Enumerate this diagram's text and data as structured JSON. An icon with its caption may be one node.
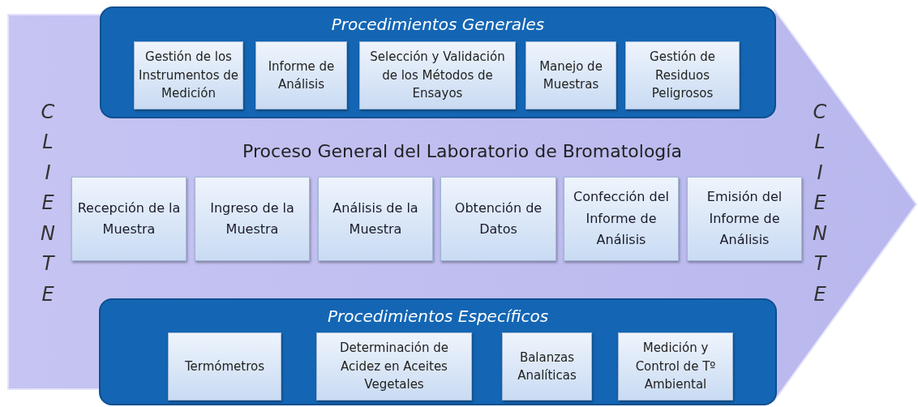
{
  "diagram": {
    "nodes": [
      {
        "text": [
          "Procedimientos Generales"
        ],
        "in": 6
      },
      {
        "text": [
          "Gestión de los Instrumentos de Medición"
        ],
        "in": 0
      },
      {
        "text": [
          "Informe de Análisis"
        ],
        "in": 0
      },
      {
        "text": [
          "Selección y Validación de los Métodos de Ensayos"
        ],
        "in": 0
      },
      {
        "text": [
          "Manejo de Muestras"
        ],
        "in": 0
      },
      {
        "text": [
          "Gestión de Residuos Peligrosos"
        ],
        "in": 0
      },
      {
        "text": [
          "Proceso General del Laboratorio de Bromatología"
        ]
      },
      {
        "text": [
          "Recepción de la Muestra"
        ],
        "in": 6
      },
      {
        "text": [
          "Ingreso de la Muestra"
        ],
        "in": 6
      },
      {
        "text": [
          "Análisis de la Muestra"
        ],
        "in": 6
      },
      {
        "text": [
          "Obtención de Datos"
        ],
        "in": 6
      },
      {
        "text": [
          "Confección del Informe de Análisis"
        ],
        "in": 6
      },
      {
        "text": [
          "Emisión del Informe de Análisis"
        ],
        "in": 6
      },
      {
        "text": [
          "Procedimientos Específicos"
        ],
        "in": 6
      },
      {
        "text": [
          "Termómetros"
        ],
        "in": 13
      },
      {
        "text": [
          "Determinación de Acidez en Aceites Vegetales"
        ],
        "in": 13
      },
      {
        "text": [
          "Balanzas Analíticas"
        ],
        "in": 13
      },
      {
        "text": [
          "Medición y Control de Tº Ambiental"
        ],
        "in": 13
      }
    ],
    "edges": [],
    "labels": [
      "CLIENTE",
      "CLIENTE"
    ]
  }
}
